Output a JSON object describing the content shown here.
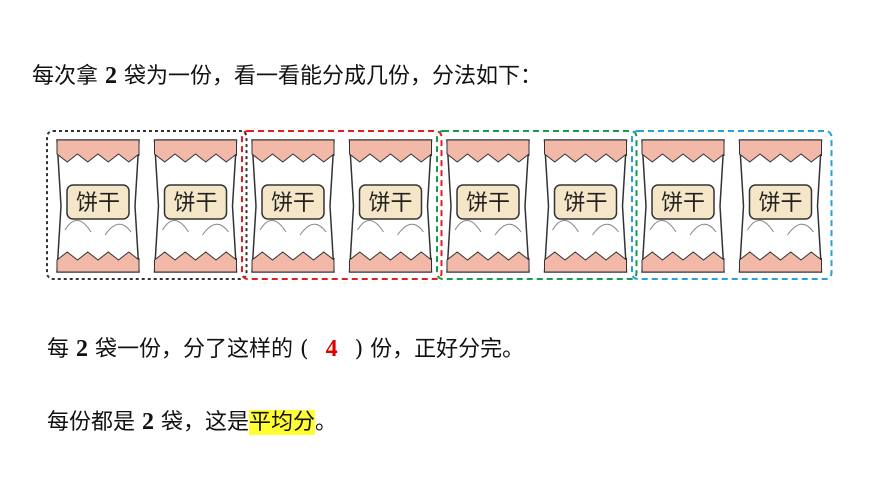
{
  "line1": {
    "pre": "每次拿 ",
    "num": "2",
    "post": " 袋为一份，看一看能分成几份，分法如下："
  },
  "bag_label": "饼干",
  "bags_count": 8,
  "groups": [
    {
      "color": "#333333"
    },
    {
      "color": "#e02020"
    },
    {
      "color": "#1a9a4a"
    },
    {
      "color": "#2aa0d8"
    }
  ],
  "line2": {
    "pre": "每 ",
    "num": "2",
    "mid": " 袋一份，分了这样的 (",
    "answer": "4",
    "post": ") 份，正好分完。"
  },
  "line3": {
    "pre": "每份都是 ",
    "num": "2",
    "mid": " 袋，这是",
    "highlight": "平均分",
    "post": "。"
  },
  "colors": {
    "answer": "#e00000",
    "highlight": "#ffff33",
    "bag_stripe": "#f2b8a8",
    "bag_label_bg": "#f5e6c8"
  }
}
